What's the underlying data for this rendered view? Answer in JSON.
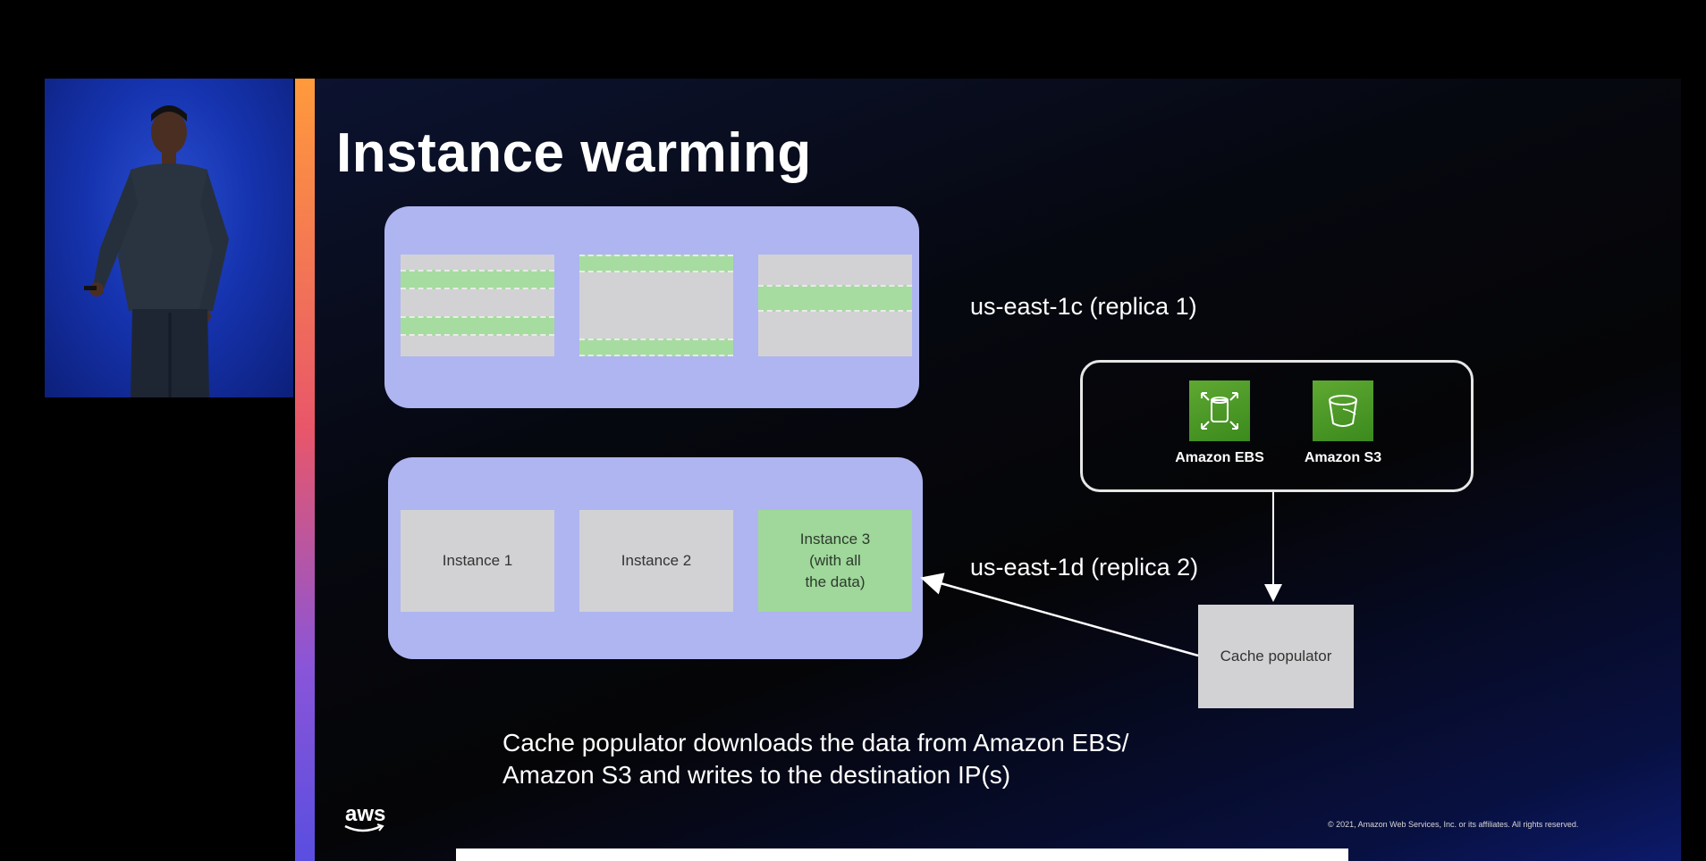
{
  "slide": {
    "title": "Instance warming",
    "region_1_label": "us-east-1c (replica 1)",
    "region_2_label": "us-east-1d (replica 2)",
    "region_2_instances": [
      "Instance 1",
      "Instance 2",
      "Instance 3\n(with all\nthe data)"
    ],
    "storage": {
      "services": [
        {
          "name": "Amazon EBS",
          "icon": "ebs-volume-icon"
        },
        {
          "name": "Amazon S3",
          "icon": "s3-bucket-icon"
        }
      ]
    },
    "cache_populator": "Cache populator",
    "caption_line_1": "Cache populator downloads the data from Amazon EBS/",
    "caption_line_2": "Amazon S3 and writes to the destination IP(s)",
    "logo": "aws",
    "copyright": "© 2021, Amazon Web Services, Inc. or its affiliates. All rights reserved."
  },
  "colors": {
    "region_fill": "#aeb5f0",
    "instance_fill": "#d2d2d4",
    "data_fill": "#9fd89a",
    "service_green": "#3b8a1d",
    "accent_bar": "#ff9a3c"
  }
}
